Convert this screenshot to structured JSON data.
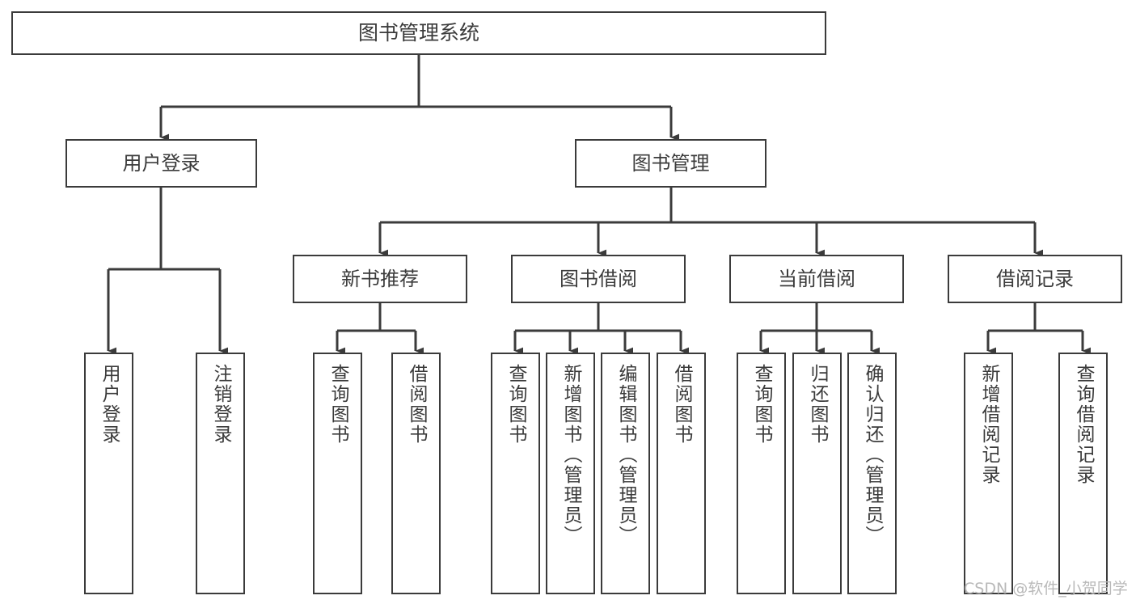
{
  "diagram": {
    "title": "图书管理系统",
    "type": "hierarchy-tree",
    "line_color": "#3b3b3b",
    "background_color": "#ffffff",
    "nodes": {
      "root": {
        "label": "图书管理系统"
      },
      "level1": [
        {
          "id": "user-login",
          "label": "用户登录"
        },
        {
          "id": "book-management",
          "label": "图书管理"
        }
      ],
      "level2": [
        {
          "id": "new-book-recommend",
          "label": "新书推荐"
        },
        {
          "id": "book-borrow",
          "label": "图书借阅"
        },
        {
          "id": "current-borrow",
          "label": "当前借阅"
        },
        {
          "id": "borrow-record",
          "label": "借阅记录"
        }
      ],
      "leaves": [
        {
          "id": "leaf-user-login",
          "label": "用户登录",
          "parent": "user-login"
        },
        {
          "id": "leaf-user-logout",
          "label": "注销登录",
          "parent": "user-login"
        },
        {
          "id": "leaf-query-book-1",
          "label": "查询图书",
          "parent": "new-book-recommend"
        },
        {
          "id": "leaf-borrow-book-1",
          "label": "借阅图书",
          "parent": "new-book-recommend"
        },
        {
          "id": "leaf-query-book-2",
          "label": "查询图书",
          "parent": "book-borrow"
        },
        {
          "id": "leaf-add-book",
          "label": "新增图书（管理员）",
          "parent": "book-borrow"
        },
        {
          "id": "leaf-edit-book",
          "label": "编辑图书（管理员）",
          "parent": "book-borrow"
        },
        {
          "id": "leaf-borrow-book-2",
          "label": "借阅图书",
          "parent": "book-borrow"
        },
        {
          "id": "leaf-query-book-3",
          "label": "查询图书",
          "parent": "current-borrow"
        },
        {
          "id": "leaf-return-book",
          "label": "归还图书",
          "parent": "current-borrow"
        },
        {
          "id": "leaf-confirm-return",
          "label": "确认归还（管理员）",
          "parent": "current-borrow"
        },
        {
          "id": "leaf-add-record",
          "label": "新增借阅记录",
          "parent": "borrow-record"
        },
        {
          "id": "leaf-query-record",
          "label": "查询借阅记录",
          "parent": "borrow-record"
        }
      ]
    }
  },
  "watermark": {
    "text": "CSDN @软件_小贺同学"
  }
}
